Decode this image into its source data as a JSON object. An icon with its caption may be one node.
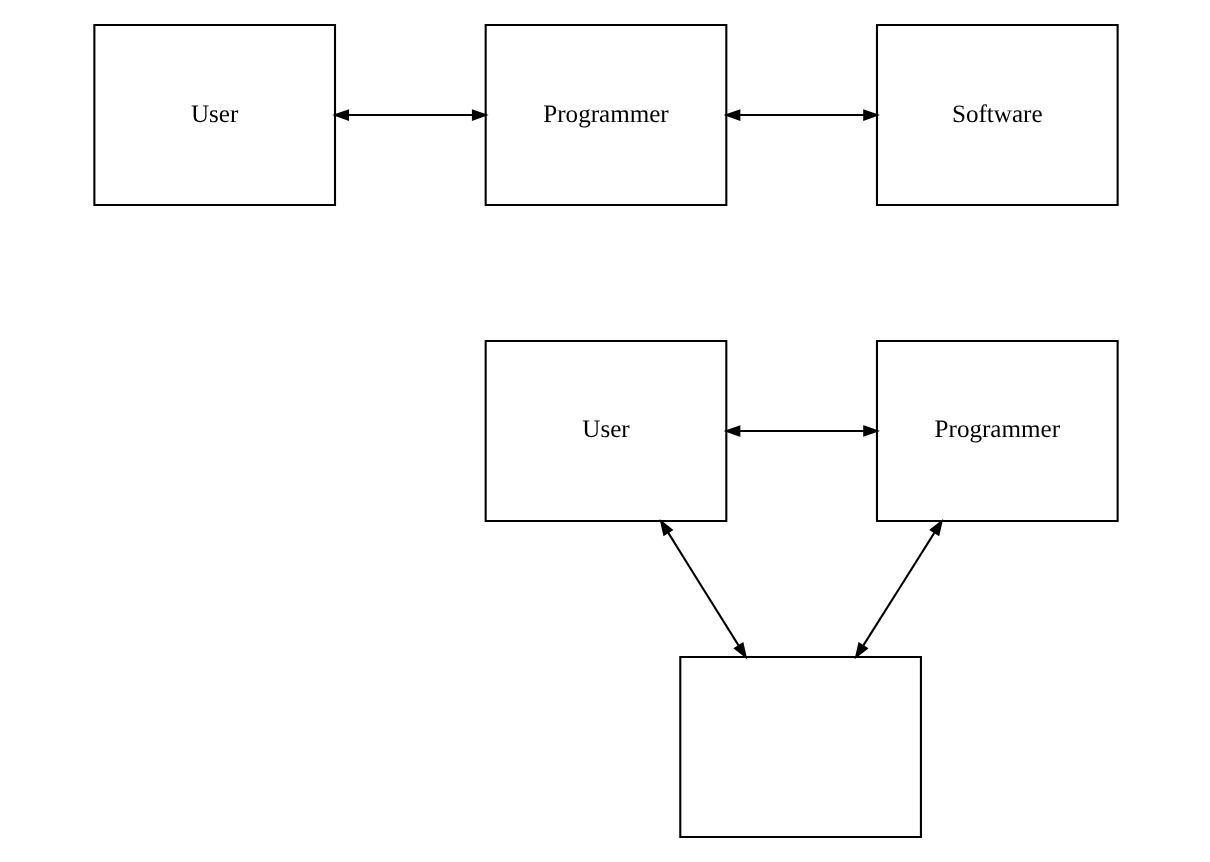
{
  "diagram": {
    "nodes": [
      {
        "text": [
          "User"
        ]
      },
      {
        "text": [
          "Programmer"
        ]
      },
      {
        "text": [
          "Software"
        ]
      },
      {
        "text": [
          "User"
        ]
      },
      {
        "text": [
          "Programmer"
        ]
      },
      {
        "text": [],
        "shape": "box"
      }
    ],
    "edges": [
      {
        "from": 0,
        "to": 1,
        "arrow": "both"
      },
      {
        "from": 1,
        "to": 2,
        "arrow": "both"
      },
      {
        "from": 3,
        "to": 4,
        "arrow": "both"
      },
      {
        "from": 3,
        "to": 5,
        "arrow": "both"
      },
      {
        "from": 4,
        "to": 5,
        "arrow": "both"
      }
    ]
  }
}
